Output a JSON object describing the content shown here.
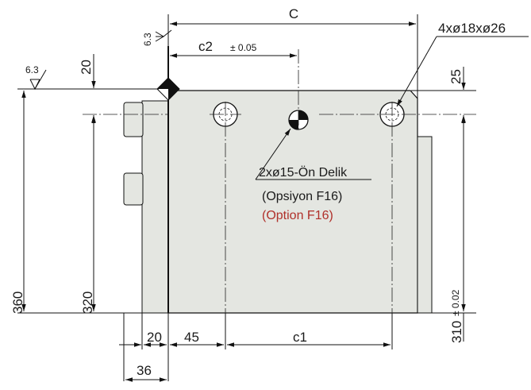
{
  "drawing": {
    "colors": {
      "body_fill": "#e4e6e1",
      "line": "#111111",
      "option_red": "#b0302a"
    },
    "dimensions": {
      "C": "C",
      "c2": "c2",
      "c2_tol": "± 0.05",
      "c1": "c1",
      "hole_callout": "4xø18xø26",
      "d20_top": "20",
      "d25": "25",
      "d360": "360",
      "d320": "320",
      "d310": "310",
      "d310_tol": "± 0.02",
      "d20_bottom": "20",
      "d45": "45",
      "d36": "36"
    },
    "roughness": {
      "top": "6.3",
      "left": "6.3"
    },
    "notes": {
      "pilot_hole": "2xø15-Ön Delik",
      "option_tr": "(Opsiyon F16)",
      "option_en": "(Option F16)"
    }
  }
}
